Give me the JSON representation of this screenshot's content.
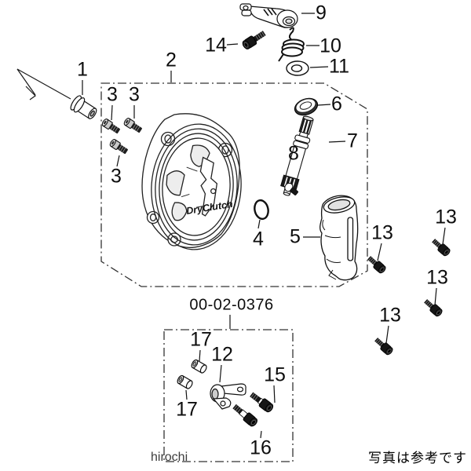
{
  "assembly": {
    "kit_number": "00-02-0376",
    "cover_logo": "DryClutch"
  },
  "callouts": [
    "1",
    "2",
    "3",
    "3",
    "3",
    "4",
    "5",
    "6",
    "7",
    "8",
    "9",
    "10",
    "11",
    "12",
    "13",
    "13",
    "13",
    "13",
    "14",
    "15",
    "16",
    "17",
    "17"
  ],
  "footer": {
    "watermark": "hirochi",
    "note": "写真は参考です"
  },
  "colors": {
    "line": "#1a1a1a",
    "bolt_black": "#161616",
    "background": "#ffffff",
    "watermark_gray": "#3d3d3d"
  }
}
